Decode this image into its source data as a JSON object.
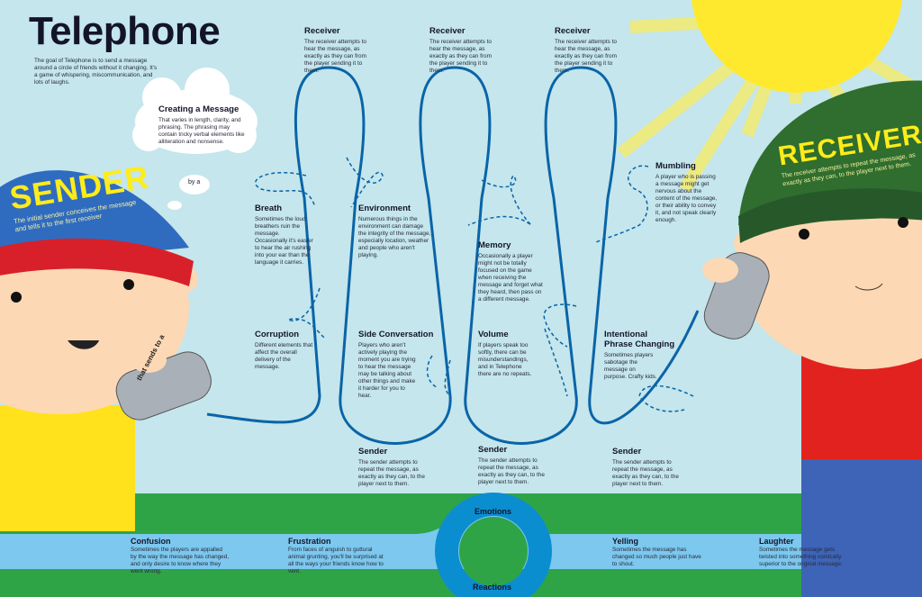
{
  "title": "Telephone",
  "intro": "The goal of Telephone is to send a message around a circle of friends without it changing. It's a game of whispering, miscommunication, and lots of laughs.",
  "cloud": {
    "heading": "Creating a Message",
    "body": "That varies in length, clarity, and phrasing. The phrasing may contain tricky verbal elements like alliteration and nonsense."
  },
  "bubble": "by a",
  "sender": {
    "label": "SENDER",
    "sub": "The initial sender conceives the message and tells it to the first receiver"
  },
  "can_text": "that sends to a",
  "receiver": {
    "label": "RECEIVER",
    "sub": "The receiver attempts to repeat the message, as exactly as they can, to the player next to them."
  },
  "receivers": [
    {
      "heading": "Receiver",
      "body": "The receiver attempts to hear the message, as exactly as they can from the player sending it to them."
    },
    {
      "heading": "Receiver",
      "body": "The receiver attempts to hear the message, as exactly as they can from the player sending it to them."
    },
    {
      "heading": "Receiver",
      "body": "The receiver attempts to hear the message, as exactly as they can from the player sending it to them."
    }
  ],
  "senders": [
    {
      "heading": "Sender",
      "body": "The sender attempts to repeat the message, as exactly as they can, to the player next to them."
    },
    {
      "heading": "Sender",
      "body": "The sender attempts to repeat the message, as exactly as they can, to the player next to them."
    },
    {
      "heading": "Sender",
      "body": "The sender attempts to repeat the message, as exactly as they can, to the player next to them."
    }
  ],
  "obstacles": {
    "breath": {
      "heading": "Breath",
      "body": "Sometimes the loud breathers ruin the message. Occasionally it's easier to hear the air rushing into your ear than the language it carries."
    },
    "environment": {
      "heading": "Environment",
      "body": "Numerous things in the environment can damage the integrity of the message, especially location, weather and people who aren't playing."
    },
    "memory": {
      "heading": "Memory",
      "body": "Occasionally a player might not be totally focused on the game when receiving the message and forget what they heard, then pass on a different message."
    },
    "mumbling": {
      "heading": "Mumbling",
      "body": "A player who is passing a message might get nervous about the content of the message, or their ability to convey it, and not speak clearly enough."
    },
    "corruption": {
      "heading": "Corruption",
      "body": "Different elements that affect the overall delivery of the message."
    },
    "side_conversation": {
      "heading": "Side Conversation",
      "body": "Players who aren't actively playing the moment you are trying to hear the message may be talking about other things and make it harder for you to hear."
    },
    "volume": {
      "heading": "Volume",
      "body": "If players speak too softly, there can be misunderstandings, and in Telephone there are no repeats."
    },
    "intentional": {
      "heading": "Intentional Phrase Changing",
      "body": "Sometimes players sabotage the message on purpose. Crafty kids."
    }
  },
  "ring": {
    "top": "Emotions",
    "bottom": "Reactions"
  },
  "emotions": [
    {
      "heading": "Confusion",
      "body": "Sometimes the players are appalled by the way the message has changed, and only desire to know where they went wrong."
    },
    {
      "heading": "Frustration",
      "body": "From faces of anguish to guttural animal grunting, you'll be surprised at all the ways your friends know how to vent."
    },
    {
      "heading": "Yelling",
      "body": "Sometimes the message has changed so much people just have to shout."
    },
    {
      "heading": "Laughter",
      "body": "Sometimes the message gets twisted into something comically superior to the original message."
    }
  ],
  "colors": {
    "sky": "#c4e6ec",
    "line": "#0a64a8",
    "grass": "#2ea447",
    "band": "#7cc8ee",
    "sun": "#ffe92e",
    "sender_cap": "#2f6cc0",
    "sender_brim": "#d8202a",
    "receiver_cap": "#2f6e2e",
    "label": "#ffec1a"
  }
}
